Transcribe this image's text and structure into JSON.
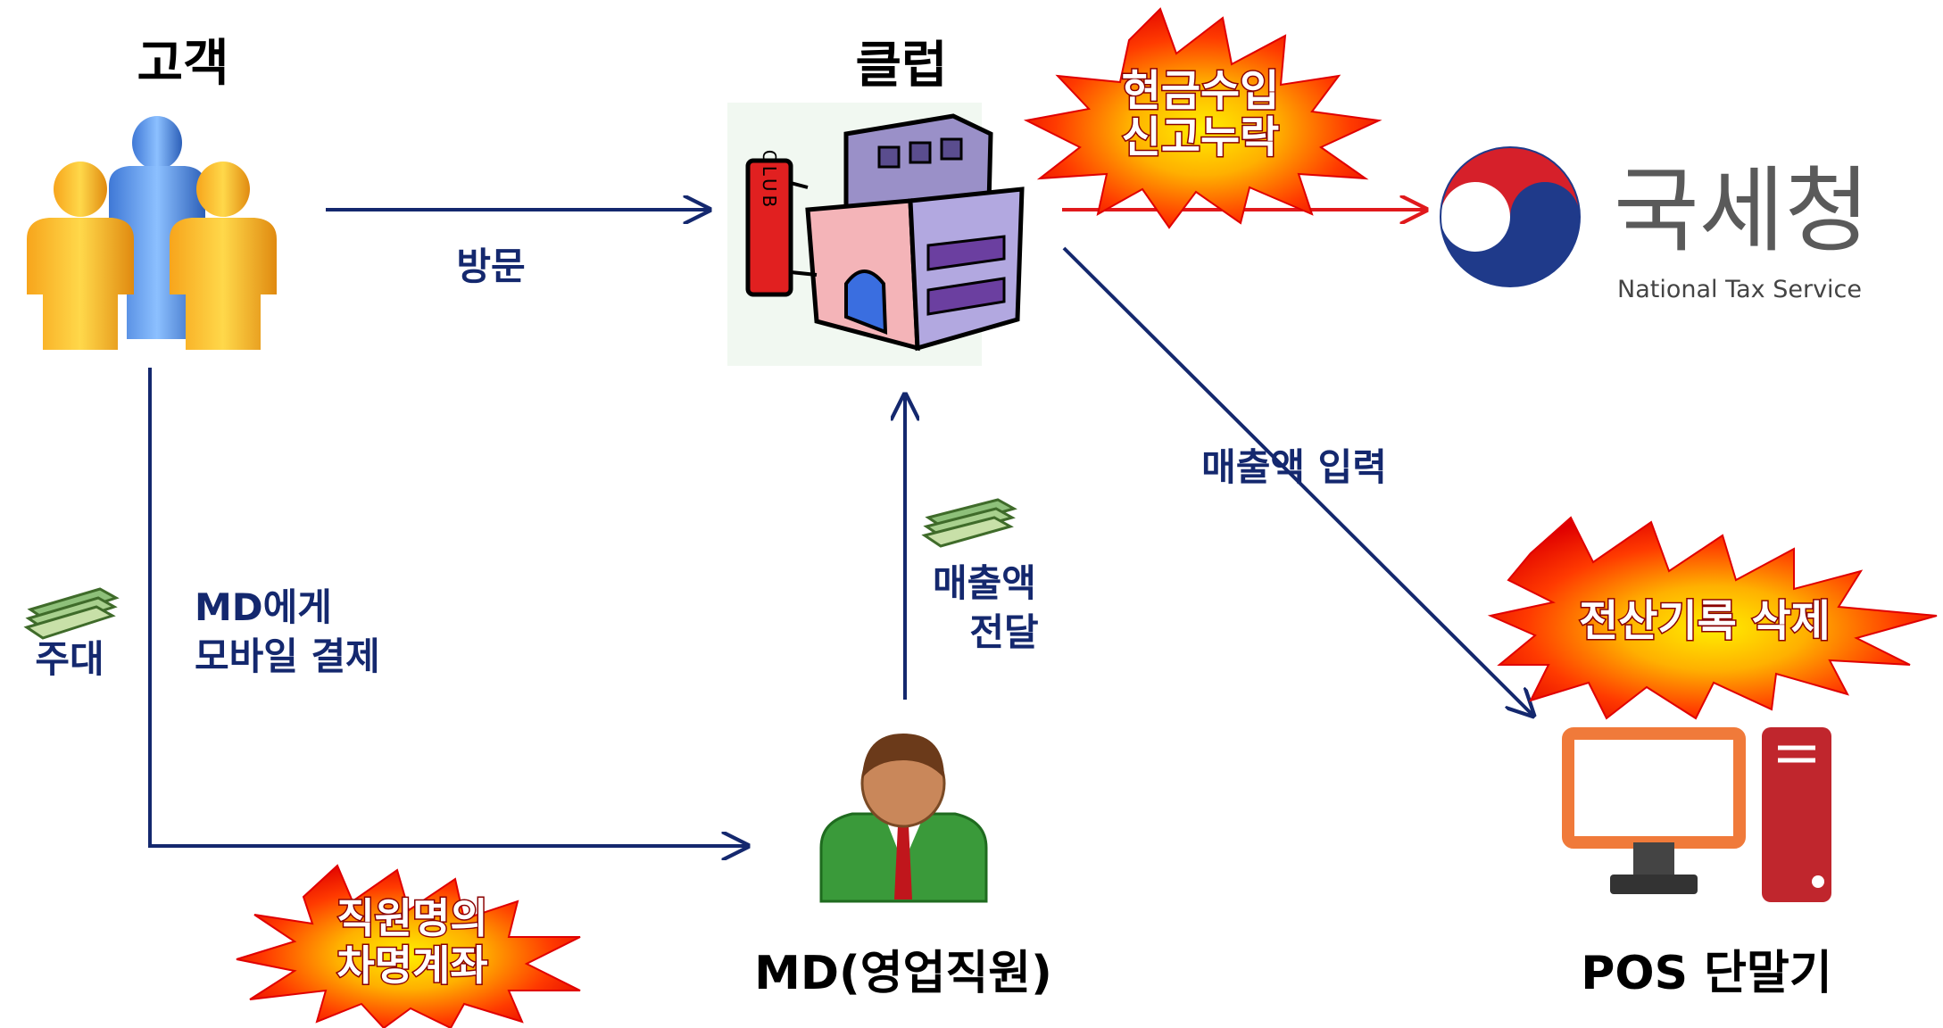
{
  "nodes": {
    "customer": "고객",
    "club": "클럽",
    "club_sign": "CLUB",
    "nts_name": "국세청",
    "nts_subtitle": "National Tax Service",
    "md": "MD(영업직원)",
    "pos": "POS 단말기"
  },
  "edges": {
    "visit": "방문",
    "tip": "주대",
    "md_payment_line1": "MD에게",
    "md_payment_line2": "모바일 결제",
    "sales_transfer_line1": "매출액",
    "sales_transfer_line2": "전달",
    "sales_input": "매출액 입력"
  },
  "bursts": {
    "tax_line1": "현금수입",
    "tax_line2": "신고누락",
    "delete_label": "전산기록 삭제",
    "account_line1": "직원명의",
    "account_line2": "차명계좌"
  },
  "colors": {
    "arrow_navy": "#14286e",
    "arrow_red": "#e0191c",
    "burst_red": "#ff1a00",
    "burst_yellow": "#ffe000",
    "nts_blue": "#1f3a8a",
    "nts_red": "#d6202a",
    "pos_orange": "#f07a3a",
    "pos_red": "#c0262d"
  }
}
